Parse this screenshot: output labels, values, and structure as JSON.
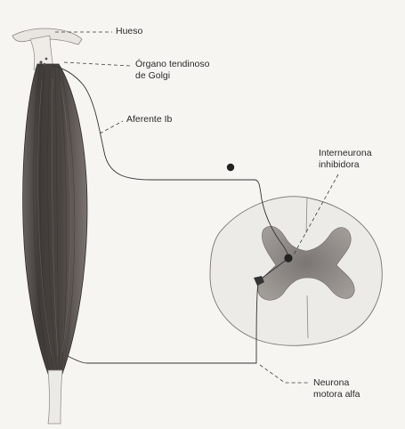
{
  "labels": {
    "hueso": "Hueso",
    "organo_line1": "Órgano tendinoso",
    "organo_line2": "de Golgi",
    "aferente": "Aferente Ib",
    "interneurona_line1": "Interneurona",
    "interneurona_line2": "inhibidora",
    "neurona_line1": "Neurona",
    "neurona_line2": "motora alfa"
  },
  "colors": {
    "background": "#f6f5f1",
    "muscle": "#4a4542",
    "gray_matter": "#8e8a87",
    "line": "#333333"
  }
}
